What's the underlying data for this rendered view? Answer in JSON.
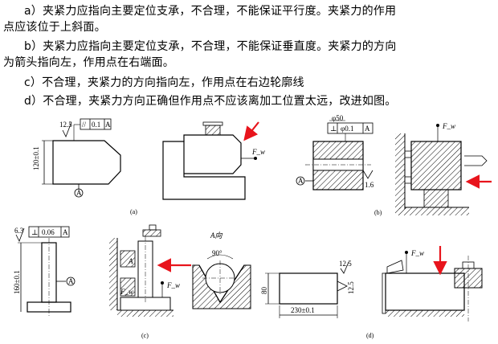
{
  "text": {
    "line1": "a）夹紧力应指向主要定位支承，不合理，不能保证平行度。夹紧力的作用",
    "line2": "点应该位于上斜面。",
    "line3": "b）夹紧力应指向主要定位支承，不合理，不能保证垂直度。夹紧力的方向",
    "line4": "为箭头指向左，作用点在右端面。",
    "line5": "c）不合理，夹紧力的方向指向左，作用点在右边轮廓线",
    "line6": "d）不合理，夹紧力方向正确但作用点不应该离加工位置太远，改进如图。"
  },
  "figure": {
    "a": {
      "caption": "(a)",
      "roughness": "12.5",
      "tolerance_symbol": "//",
      "tolerance_value": "0.1",
      "datum": "A",
      "dimension": "120±0.1",
      "datum_label": "A",
      "force_label": "F_w"
    },
    "b": {
      "caption": "(b)",
      "diameter": "φ50",
      "tolerance_symbol": "⊥",
      "tolerance_value": "φ0.1",
      "datum": "A",
      "roughness": "1.6",
      "datum_label": "A",
      "force_label": "F_w"
    },
    "c": {
      "caption": "(c)",
      "roughness": "6.3",
      "tolerance_symbol": "⊥",
      "tolerance_value": "0.06",
      "datum": "A",
      "dimension": "160±0.1",
      "datum_label": "A",
      "view_label": "A向",
      "angle": "90°",
      "label_a": "A",
      "force_label_1": "F_w",
      "force_label_2": "F_w"
    },
    "d": {
      "caption": "(d)",
      "height": "80",
      "width": "230±0.1",
      "roughness_1": "12.5",
      "roughness_2": "12.5",
      "force_label": "F_w"
    },
    "colors": {
      "ink": "#000000",
      "arrow": "#e8141c"
    }
  }
}
